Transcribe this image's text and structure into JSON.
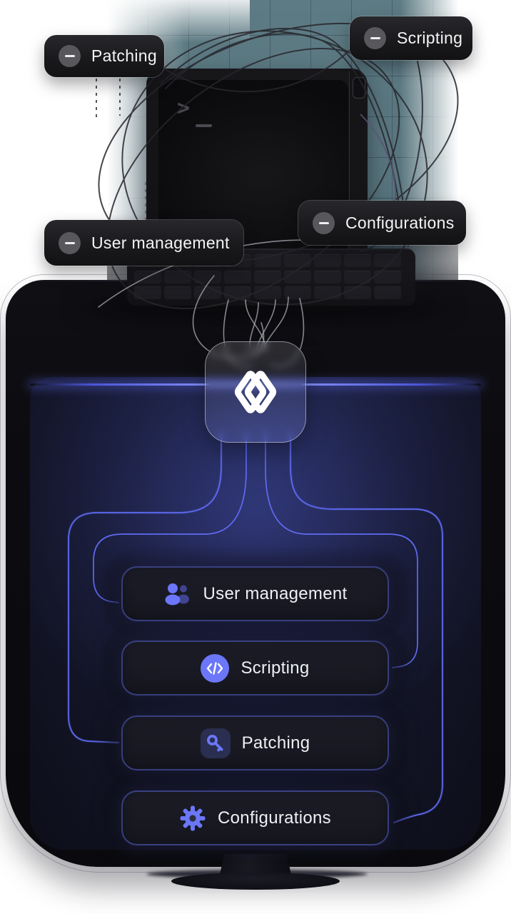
{
  "tags": {
    "patching": {
      "label": "Patching"
    },
    "scripting": {
      "label": "Scripting"
    },
    "configurations": {
      "label": "Configurations"
    },
    "user_management": {
      "label": "User management"
    }
  },
  "terminal": {
    "prompt": ">",
    "cursor": "_"
  },
  "features": {
    "user_management": {
      "label": "User management",
      "icon": "users-icon"
    },
    "scripting": {
      "label": "Scripting",
      "icon": "code-icon"
    },
    "patching": {
      "label": "Patching",
      "icon": "key-icon"
    },
    "configurations": {
      "label": "Configurations",
      "icon": "gear-icon"
    }
  },
  "colors": {
    "accent_purple": "#6b77f8",
    "flow_line_blue": "#5f6bf2",
    "glow_line": "#9aa4ff",
    "teal_grid": "#57747d",
    "pill_background": "#1d1d21",
    "screen_navy": "#191d3a",
    "text_light": "#f3f4f6"
  }
}
